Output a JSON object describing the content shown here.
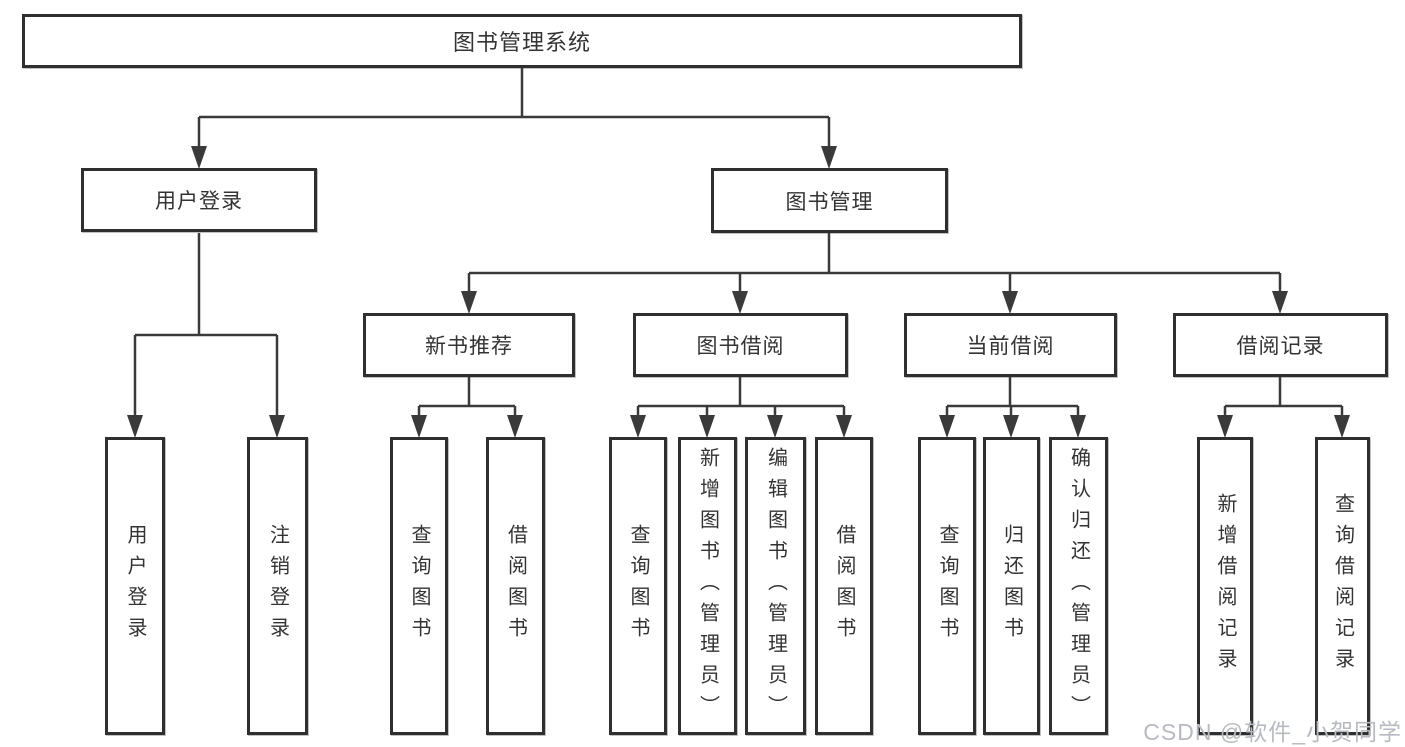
{
  "nodes": {
    "root": {
      "label": "图书管理系统"
    },
    "user_login": {
      "label": "用户登录"
    },
    "book_mgmt": {
      "label": "图书管理"
    },
    "new_book_rec": {
      "label": "新书推荐"
    },
    "book_borrow": {
      "label": "图书借阅"
    },
    "current_borrow": {
      "label": "当前借阅"
    },
    "borrow_records": {
      "label": "借阅记录"
    },
    "leaf_user_login": {
      "label": "用户登录"
    },
    "leaf_logout": {
      "label": "注销登录"
    },
    "leaf_query_book_1": {
      "label": "查询图书"
    },
    "leaf_borrow_book_1": {
      "label": "借阅图书"
    },
    "leaf_query_book_2": {
      "label": "查询图书"
    },
    "leaf_add_book": {
      "label": "新增图书（管理员）"
    },
    "leaf_edit_book": {
      "label": "编辑图书（管理员）"
    },
    "leaf_borrow_book_2": {
      "label": "借阅图书"
    },
    "leaf_query_book_3": {
      "label": "查询图书"
    },
    "leaf_return_book": {
      "label": "归还图书"
    },
    "leaf_confirm_return": {
      "label": "确认归还（管理员）"
    },
    "leaf_add_record": {
      "label": "新增借阅记录"
    },
    "leaf_query_record": {
      "label": "查询借阅记录"
    }
  },
  "hierarchy": [
    {
      "parent": "root",
      "children": [
        "user_login",
        "book_mgmt"
      ]
    },
    {
      "parent": "user_login",
      "children": [
        "leaf_user_login",
        "leaf_logout"
      ]
    },
    {
      "parent": "book_mgmt",
      "children": [
        "new_book_rec",
        "book_borrow",
        "current_borrow",
        "borrow_records"
      ]
    },
    {
      "parent": "new_book_rec",
      "children": [
        "leaf_query_book_1",
        "leaf_borrow_book_1"
      ]
    },
    {
      "parent": "book_borrow",
      "children": [
        "leaf_query_book_2",
        "leaf_add_book",
        "leaf_edit_book",
        "leaf_borrow_book_2"
      ]
    },
    {
      "parent": "current_borrow",
      "children": [
        "leaf_query_book_3",
        "leaf_return_book",
        "leaf_confirm_return"
      ]
    },
    {
      "parent": "borrow_records",
      "children": [
        "leaf_add_record",
        "leaf_query_record"
      ]
    }
  ],
  "watermark": {
    "text": "CSDN @软件_小贺同学"
  },
  "colors": {
    "line": "#3a3a3a",
    "box_border": "#2f2f2f",
    "text": "#333333",
    "watermark": "#b8bac1",
    "background": "#ffffff"
  }
}
